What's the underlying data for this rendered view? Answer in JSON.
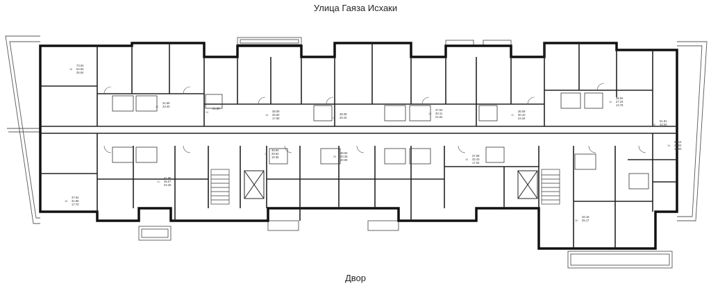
{
  "street_label": "Улица Гаяза Исхаки",
  "yard_label": "Двор",
  "apartments": [
    {
      "tag": "1К",
      "areas": [
        "73.04",
        "54.94",
        "26.54"
      ]
    },
    {
      "tag": "1С",
      "areas": [
        "31.86",
        "23.40"
      ]
    },
    {
      "tag": "1С",
      "areas": [
        "21.80"
      ]
    },
    {
      "tag": "1К",
      "areas": [
        "38.08",
        "29.60",
        "17.60"
      ]
    },
    {
      "tag": "1К",
      "areas": [
        "36.09",
        "28.16"
      ]
    },
    {
      "tag": "1С",
      "areas": [
        "37.02",
        "30.11",
        "21.81"
      ]
    },
    {
      "tag": "1С",
      "areas": [
        "36.09",
        "30.10",
        "24.34"
      ]
    },
    {
      "tag": "1К",
      "areas": [
        "36.54",
        "27.24",
        "14.76"
      ]
    },
    {
      "tag": "2Е",
      "areas": [
        "51.81",
        "43.04"
      ]
    },
    {
      "tag": "1К",
      "areas": [
        "37.52",
        "31.86",
        "17.70"
      ]
    },
    {
      "tag": "1С",
      "areas": [
        "41.86",
        "35.07",
        "24.26"
      ]
    },
    {
      "tag": "1К",
      "areas": [
        "35.94",
        "29.62",
        "19.35"
      ]
    },
    {
      "tag": "2Е",
      "areas": [
        "48.92",
        "40.25",
        "20.90"
      ]
    },
    {
      "tag": "1К",
      "areas": [
        "37.69",
        "32.43",
        "17.04"
      ]
    },
    {
      "tag": "1К",
      "areas": [
        "38.14",
        "29.02",
        "15.00"
      ]
    },
    {
      "tag": "2Е",
      "areas": [
        "26.16",
        "25.17"
      ]
    }
  ]
}
